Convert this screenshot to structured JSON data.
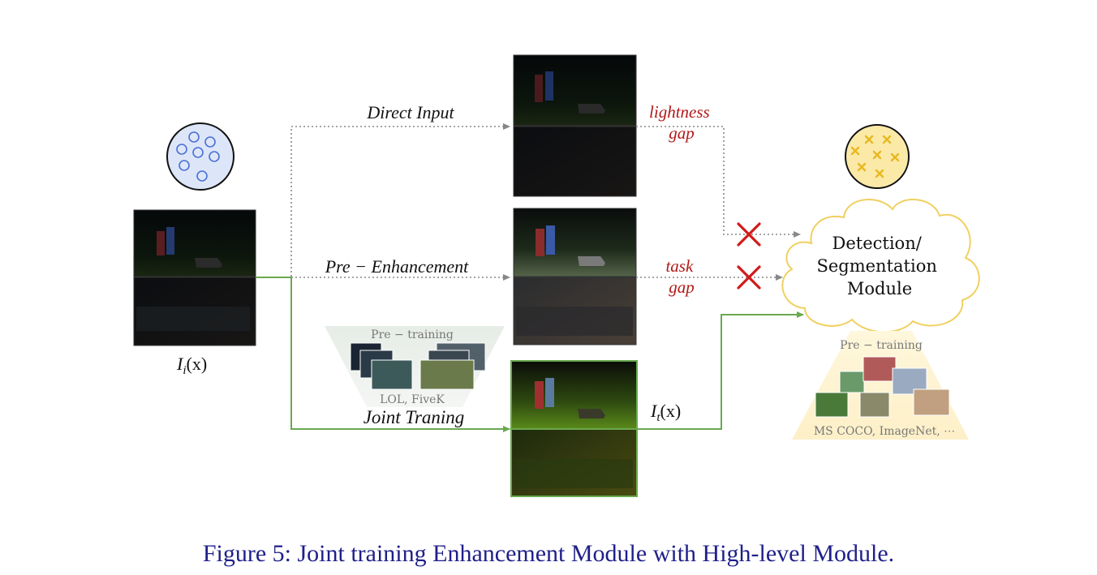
{
  "labels": {
    "direct_input": "Direct Input",
    "pre_enhancement": "Pre − Enhancement",
    "joint_training": "Joint Traning",
    "lightness_gap_1": "lightness",
    "lightness_gap_2": "gap",
    "task_gap_1": "task",
    "task_gap_2": "gap",
    "input_label": "I",
    "input_sub": "i",
    "input_arg": "(x)",
    "output_label": "I",
    "output_sub": "t",
    "output_arg": "(x)",
    "module_line1": "Detection/",
    "module_line2": "Segmentation",
    "module_line3": "Module",
    "pretrain_enh_title": "Pre − training",
    "pretrain_enh_datasets": "LOL, FiveK",
    "pretrain_det_title": "Pre − training",
    "pretrain_det_datasets": "MS COCO, ImageNet, ⋯"
  },
  "caption": "Figure 5: Joint training Enhancement Module with High-level Module.",
  "colors": {
    "gap_red": "#b01818",
    "green_path": "#6aa84f",
    "dotted_gray": "#888888",
    "cross_red": "#d11a1a",
    "cloud_border": "#f0d060",
    "feature_blue_fill": "#dde6f8",
    "feature_yellow_fill": "#fbe9a8",
    "caption_blue": "#1f1f8a"
  },
  "icons": {
    "left_feature": "circle-features-icon",
    "right_feature": "cross-features-icon",
    "reject": "red-x-icon"
  }
}
